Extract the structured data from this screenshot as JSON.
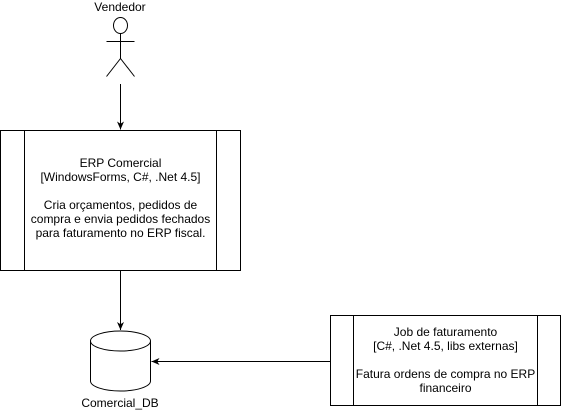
{
  "actor": {
    "label": "Vendedor"
  },
  "erp_comercial": {
    "title": "ERP Comercial",
    "tech": "[WindowsForms, C#, .Net 4.5]",
    "description_lines": [
      "Cria orçamentos, pedidos de",
      "compra e envia pedidos fechados",
      "para faturamento no ERP fiscal."
    ]
  },
  "database": {
    "label": "Comercial_DB"
  },
  "job_faturamento": {
    "title": "Job de faturamento",
    "tech": "[C#, .Net 4.5, libs externas]",
    "description_lines": [
      "Fatura ordens de compra no ERP",
      "financeiro"
    ]
  },
  "colors": {
    "stroke": "#000000",
    "fill": "#ffffff",
    "text": "#000000"
  }
}
